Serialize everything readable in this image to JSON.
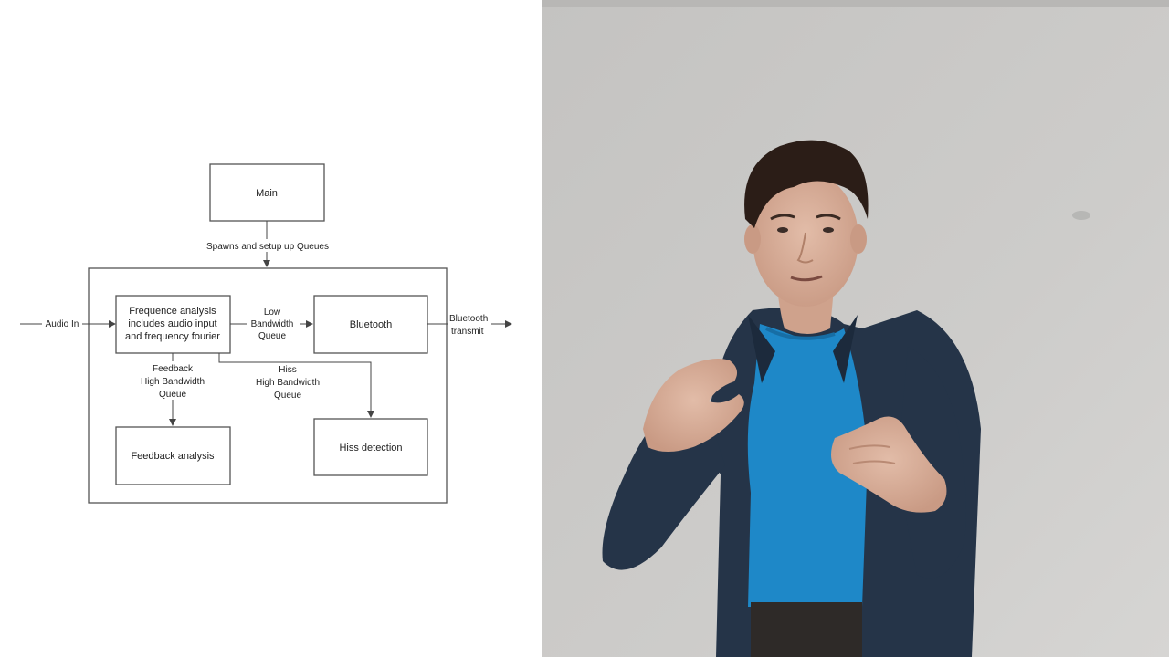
{
  "diagram": {
    "boxes": {
      "main": "Main",
      "frequency": [
        "Frequence analysis",
        "includes audio input",
        "and frequency fourier"
      ],
      "bluetooth": "Bluetooth",
      "feedback": "Feedback analysis",
      "hiss": "Hiss detection"
    },
    "labels": {
      "spawns": "Spawns and setup up Queues",
      "audio_in": "Audio In",
      "low_bandwidth": [
        "Low",
        "Bandwidth",
        "Queue"
      ],
      "bluetooth_transmit": [
        "Bluetooth",
        "transmit"
      ],
      "feedback_queue": [
        "Feedback",
        "High Bandwidth",
        "Queue"
      ],
      "hiss_queue": [
        "Hiss",
        "High Bandwidth",
        "Queue"
      ]
    }
  },
  "colors": {
    "line": "#555555",
    "wall": "#c8c7c5",
    "shirt": "#1e88c8",
    "jacket": "#253448"
  }
}
